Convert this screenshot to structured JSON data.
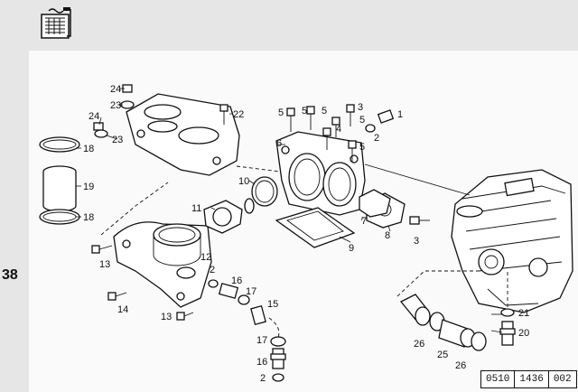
{
  "page_number": "38",
  "header_icon": "cooling-system-catalog-icon",
  "drawing_code": [
    "0510",
    "1436",
    "002"
  ],
  "callouts": [
    "1",
    "2",
    "3",
    "4",
    "5",
    "5",
    "5",
    "5",
    "5",
    "6",
    "7",
    "8",
    "9",
    "10",
    "11",
    "12",
    "13",
    "13",
    "14",
    "15",
    "16",
    "16",
    "17",
    "17",
    "18",
    "18",
    "19",
    "20",
    "21",
    "22",
    "23",
    "23",
    "24",
    "24",
    "25",
    "26",
    "26",
    "2",
    "2",
    "3"
  ]
}
